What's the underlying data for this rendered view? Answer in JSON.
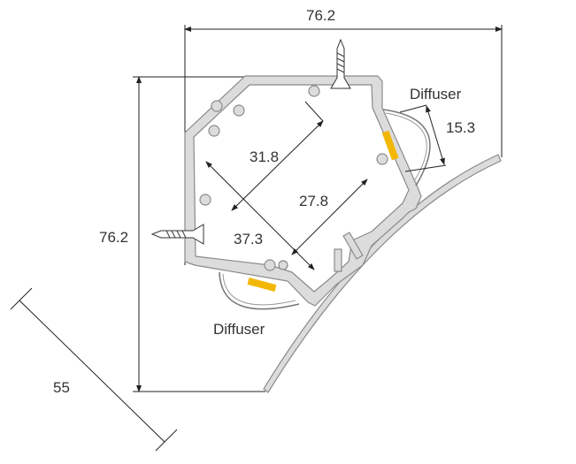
{
  "dimensions": {
    "overall_width": "76.2",
    "overall_height": "76.2",
    "diagonal_width": "55",
    "inner_diagonal": "31.8",
    "inner_width": "37.3",
    "channel_width": "27.8",
    "diffuser_width": "15.3"
  },
  "labels": {
    "diffuser_top": "Diffuser",
    "diffuser_bottom": "Diffuser"
  },
  "colors": {
    "profile": "#dcdcdc",
    "led_strip": "#f2b705",
    "line": "#222222"
  }
}
